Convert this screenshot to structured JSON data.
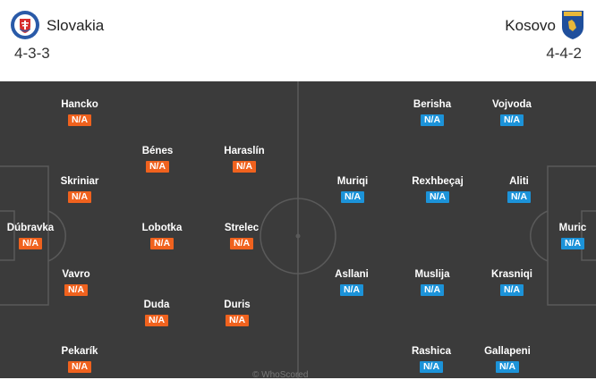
{
  "colors": {
    "home_rating": "#f0621e",
    "away_rating": "#1c93d9",
    "pitch": "#3b3b3b"
  },
  "home": {
    "name": "Slovakia",
    "formation": "4-3-3",
    "crest_icon": "slovakia-crest-icon",
    "players": [
      {
        "name": "Dúbravka",
        "rating": "N/A"
      },
      {
        "name": "Hancko",
        "rating": "N/A"
      },
      {
        "name": "Skriniar",
        "rating": "N/A"
      },
      {
        "name": "Vavro",
        "rating": "N/A"
      },
      {
        "name": "Pekarík",
        "rating": "N/A"
      },
      {
        "name": "Bénes",
        "rating": "N/A"
      },
      {
        "name": "Lobotka",
        "rating": "N/A"
      },
      {
        "name": "Duda",
        "rating": "N/A"
      },
      {
        "name": "Haraslín",
        "rating": "N/A"
      },
      {
        "name": "Strelec",
        "rating": "N/A"
      },
      {
        "name": "Duris",
        "rating": "N/A"
      }
    ]
  },
  "away": {
    "name": "Kosovo",
    "formation": "4-4-2",
    "crest_icon": "kosovo-crest-icon",
    "players": [
      {
        "name": "Muric",
        "rating": "N/A"
      },
      {
        "name": "Vojvoda",
        "rating": "N/A"
      },
      {
        "name": "Aliti",
        "rating": "N/A"
      },
      {
        "name": "Krasniqi",
        "rating": "N/A"
      },
      {
        "name": "Gallapeni",
        "rating": "N/A"
      },
      {
        "name": "Berisha",
        "rating": "N/A"
      },
      {
        "name": "Rexhbeçaj",
        "rating": "N/A"
      },
      {
        "name": "Muslija",
        "rating": "N/A"
      },
      {
        "name": "Rashica",
        "rating": "N/A"
      },
      {
        "name": "Muriqi",
        "rating": "N/A"
      },
      {
        "name": "Asllani",
        "rating": "N/A"
      }
    ]
  },
  "watermark": "© WhoScored"
}
